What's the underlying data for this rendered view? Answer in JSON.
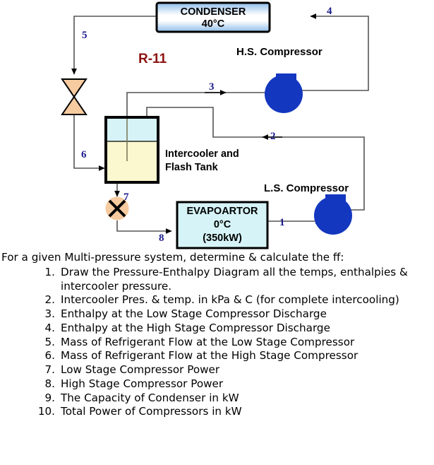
{
  "diagram": {
    "refrigerant_label": "R-11",
    "condenser": {
      "line1": "CONDENSER",
      "line2": "40°C"
    },
    "evaporator": {
      "line1": "EVAPOARTOR",
      "line2": "0°C",
      "line3": "(350kW)"
    },
    "intercooler": {
      "line1": "Intercooler and",
      "line2": "Flash Tank"
    },
    "compressors": {
      "high_stage": "H.S. Compressor",
      "low_stage": "L.S. Compressor"
    },
    "state_points": {
      "p1": "1",
      "p2": "2",
      "p3": "3",
      "p4": "4",
      "p5": "5",
      "p6": "6",
      "p7": "7",
      "p8": "8"
    },
    "colors": {
      "pipe": "#555555",
      "compressor_blue": "#1437c0",
      "valve_peach": "#f7cba0",
      "tank_vapor": "#d6f4f7",
      "tank_liquid": "#fbf7cf",
      "evaporator_fill": "#d6f4f7",
      "condenser_blue": "#9fc6ef",
      "state_point_text": "#1a1a8c",
      "refrigerant_text": "#8d1212"
    }
  },
  "questions": {
    "lead": "For a given Multi-pressure system, determine & calculate the ff:",
    "items": [
      {
        "num": "1.",
        "text": "Draw the Pressure-Enthalpy Diagram all the temps, enthalpies & intercooler pressure."
      },
      {
        "num": "2.",
        "text": "Intercooler Pres. & temp. in kPa & C (for complete intercooling)"
      },
      {
        "num": "3.",
        "text": "Enthalpy at the Low Stage Compressor Discharge"
      },
      {
        "num": "4.",
        "text": "Enthalpy at the High Stage Compressor Discharge"
      },
      {
        "num": "5.",
        "text": "Mass of Refrigerant Flow at the Low Stage Compressor"
      },
      {
        "num": "6.",
        "text": "Mass of Refrigerant Flow at the High Stage Compressor"
      },
      {
        "num": "7.",
        "text": "Low Stage Compressor Power"
      },
      {
        "num": "8.",
        "text": "High Stage Compressor Power"
      },
      {
        "num": "9.",
        "text": "The Capacity of Condenser in kW"
      },
      {
        "num": "10.",
        "text": "Total Power of Compressors in kW"
      }
    ]
  }
}
